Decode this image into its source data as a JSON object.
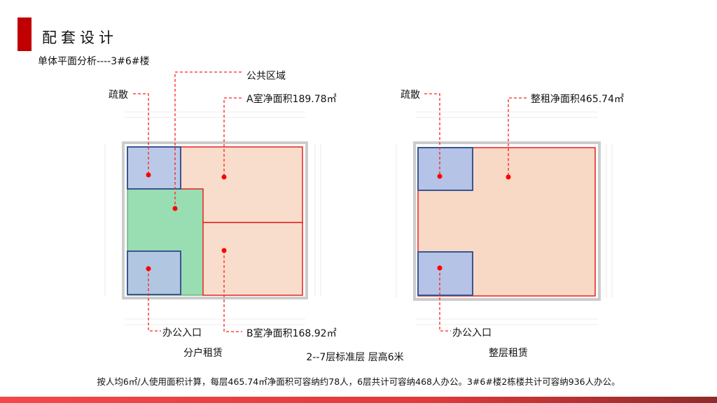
{
  "header": {
    "title": "配套设计",
    "subtitle": "单体平面分析----3#6#楼"
  },
  "left_plan": {
    "labels": {
      "evacuation": "疏散",
      "public_area": "公共区域",
      "room_a": "A室净面积189.78㎡",
      "entrance": "办公入口",
      "room_b": "B室净面积168.92㎡"
    },
    "caption": "分户租赁"
  },
  "right_plan": {
    "labels": {
      "evacuation": "疏散",
      "whole_floor": "整租净面积465.74㎡",
      "entrance": "办公入口"
    },
    "caption": "整层租赁"
  },
  "center_caption": "2--7层标准层  层高6米",
  "note": "按人均6㎡/人使用面积计算，每层465.74㎡净面积可容纳约78人，6层共计可容纳468人办公。3#6#楼2栋楼共计可容纳936人办公。",
  "colors": {
    "accent": "#c00000",
    "stair_core": "#b4c3e6",
    "public": "#8ed9ab",
    "rental": "#f8d9c6",
    "leader": "#ff2020"
  }
}
